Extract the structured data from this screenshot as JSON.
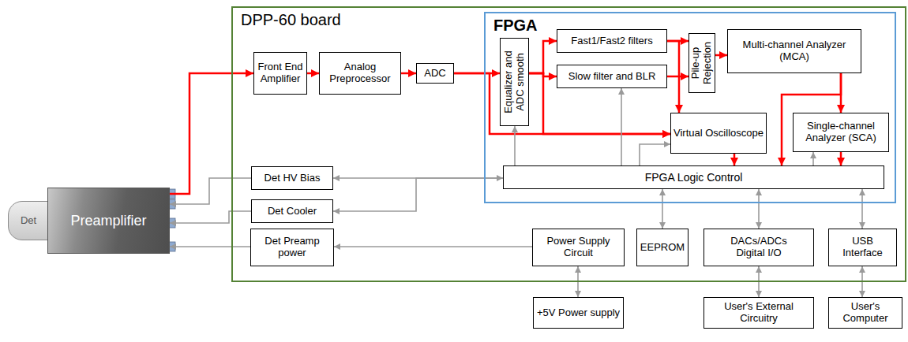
{
  "diagram": {
    "nodes": [
      {
        "text": [
          "DPP-60 board"
        ]
      },
      {
        "text": [
          "FPGA"
        ],
        "in": 0
      },
      {
        "text": [
          "Front End Amplifier"
        ],
        "in": 0
      },
      {
        "text": [
          "Analog Preprocessor"
        ],
        "in": 0
      },
      {
        "text": [
          "ADC"
        ],
        "in": 0
      },
      {
        "text": [
          "Equalizer and ADC smooth"
        ],
        "in": 1
      },
      {
        "text": [
          "Fast1/Fast2 filters"
        ],
        "in": 1
      },
      {
        "text": [
          "Slow filter and BLR"
        ],
        "in": 1
      },
      {
        "text": [
          "Pile-up Rejection"
        ],
        "in": 1
      },
      {
        "text": [
          "Multi-channel Analyzer (MCA)"
        ],
        "in": 1
      },
      {
        "text": [
          "Virtual Oscilloscope"
        ],
        "in": 1
      },
      {
        "text": [
          "Single-channel Analyzer (SCA)"
        ],
        "in": 1
      },
      {
        "text": [
          "FPGA Logic Control"
        ],
        "in": 1
      },
      {
        "text": [
          "Det HV Bias"
        ],
        "in": 0
      },
      {
        "text": [
          "Det Cooler"
        ],
        "in": 0
      },
      {
        "text": [
          "Det Preamp power"
        ],
        "in": 0
      },
      {
        "text": [
          "Power Supply Circuit"
        ],
        "in": 0
      },
      {
        "text": [
          "EEPROM"
        ],
        "in": 0
      },
      {
        "text": [
          "DACs/ADCs Digital I/O"
        ],
        "in": 0
      },
      {
        "text": [
          "USB Interface"
        ],
        "in": 0
      },
      {
        "text": [
          "Det"
        ]
      },
      {
        "text": [
          "Preamplifier"
        ]
      },
      {
        "text": [
          "+5V Power supply"
        ]
      },
      {
        "text": [
          "User's External Circuitry"
        ]
      },
      {
        "text": [
          "User's Computer"
        ]
      }
    ],
    "edges": [
      {
        "from": 21,
        "to": 2,
        "arrow": "to"
      },
      {
        "from": 2,
        "to": 3,
        "arrow": "to"
      },
      {
        "from": 3,
        "to": 4,
        "arrow": "to"
      },
      {
        "from": 4,
        "to": 5,
        "arrow": "to"
      },
      {
        "from": 5,
        "to": 6,
        "arrow": "to"
      },
      {
        "from": 5,
        "to": 7,
        "arrow": "to"
      },
      {
        "from": 4,
        "to": 10,
        "arrow": "to"
      },
      {
        "from": 5,
        "to": 10,
        "arrow": "to"
      },
      {
        "from": 6,
        "to": 8,
        "arrow": "to"
      },
      {
        "from": 7,
        "to": 8,
        "arrow": "to"
      },
      {
        "from": 6,
        "to": 10,
        "arrow": "to"
      },
      {
        "from": 8,
        "to": 9,
        "arrow": "to"
      },
      {
        "from": 9,
        "to": 11,
        "arrow": "to"
      },
      {
        "from": 9,
        "to": 12,
        "arrow": "to"
      },
      {
        "from": 10,
        "to": 12,
        "arrow": "to"
      },
      {
        "from": 11,
        "to": 12,
        "arrow": "to"
      },
      {
        "from": 12,
        "to": 13,
        "arrow": "both"
      },
      {
        "from": 12,
        "to": 14,
        "arrow": "to"
      },
      {
        "from": 13,
        "to": 21,
        "arrow": "to"
      },
      {
        "from": 14,
        "to": 21,
        "arrow": "to"
      },
      {
        "from": 15,
        "to": 21,
        "arrow": "to"
      },
      {
        "from": 16,
        "to": 15,
        "arrow": "to"
      },
      {
        "from": 22,
        "to": 16,
        "arrow": "both"
      },
      {
        "from": 12,
        "to": 17,
        "arrow": "both"
      },
      {
        "from": 12,
        "to": 18,
        "arrow": "both"
      },
      {
        "from": 12,
        "to": 19,
        "arrow": "both"
      },
      {
        "from": 18,
        "to": 23,
        "arrow": "both"
      },
      {
        "from": 19,
        "to": 24,
        "arrow": "both"
      },
      {
        "from": 12,
        "to": 5,
        "arrow": "to"
      },
      {
        "from": 12,
        "to": 7,
        "arrow": "to"
      },
      {
        "from": 12,
        "to": 10,
        "arrow": "to"
      },
      {
        "from": 12,
        "to": 11,
        "arrow": "to"
      }
    ]
  }
}
